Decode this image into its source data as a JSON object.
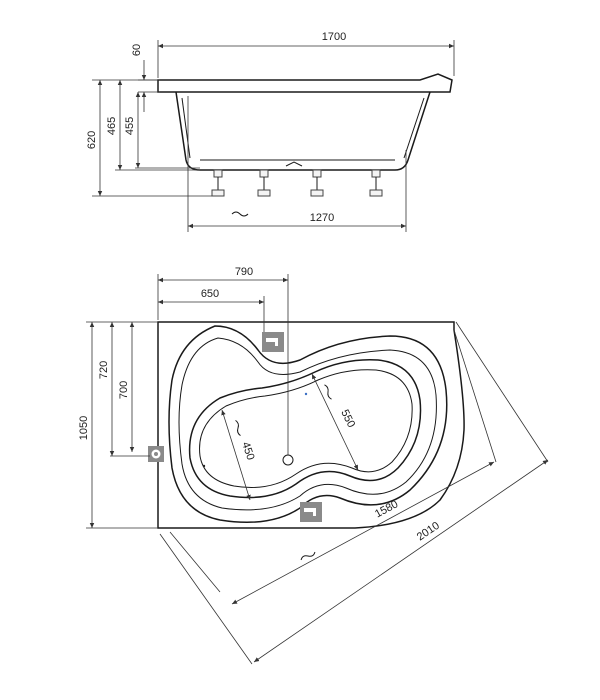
{
  "side_view": {
    "dim_length": "1700",
    "dim_rim": "60",
    "dim_total_height": "620",
    "dim_height_465": "465",
    "dim_height_455": "455",
    "dim_leg_span": "1270"
  },
  "top_view": {
    "dim_790": "790",
    "dim_650": "650",
    "dim_depth": "1050",
    "dim_720": "720",
    "dim_700": "700",
    "dim_450": "450",
    "dim_550": "550",
    "dim_1580": "1580",
    "dim_2010": "2010"
  },
  "colors": {
    "line": "#1a1a1a",
    "icon_fill": "#8a8a8a"
  },
  "icons": [
    "faucet-icon",
    "faucet-icon",
    "overflow-drain-icon"
  ]
}
